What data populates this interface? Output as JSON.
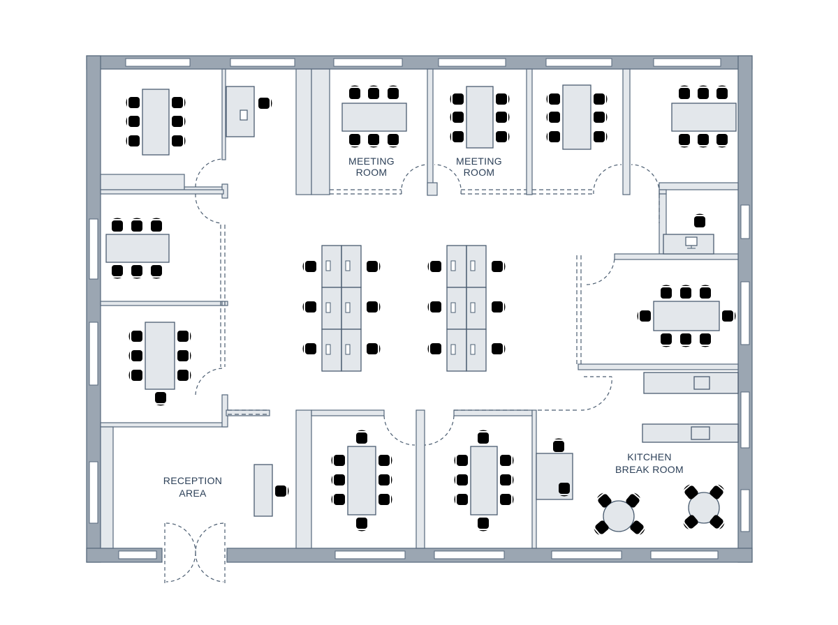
{
  "labels": {
    "meeting_room_1": [
      "MEETING",
      "ROOM"
    ],
    "meeting_room_2": [
      "MEETING",
      "ROOM"
    ],
    "reception": [
      "RECEPTION",
      "AREA"
    ],
    "kitchen": [
      "KITCHEN",
      "BREAK ROOM"
    ]
  },
  "colors": {
    "wall": "#9ba6b2",
    "line": "#4a5c70",
    "furniture": "#e3e7eb",
    "text": "#2b3f57"
  },
  "icons": [
    "chair-icon",
    "monitor-icon",
    "door-swing-icon",
    "round-table-icon"
  ]
}
